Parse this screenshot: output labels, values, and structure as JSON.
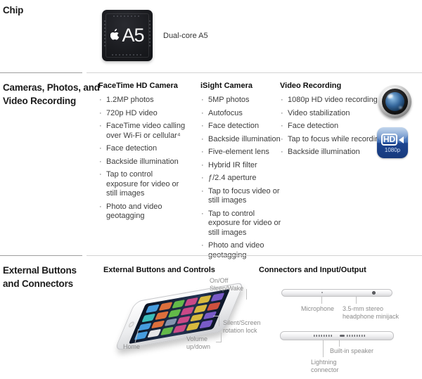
{
  "chip": {
    "section_title": "Chip",
    "chip_label": "A5",
    "caption": "Dual-core A5",
    "apple_logo_icon": "apple-logo-icon"
  },
  "cameras": {
    "section_title": "Cameras, Photos, and\nVideo Recording",
    "columns": [
      {
        "heading": "FaceTime HD Camera",
        "items": [
          "1.2MP photos",
          "720p HD video",
          "FaceTime video calling over Wi-Fi or cellular⁴",
          "Face detection",
          "Backside illumination",
          "Tap to control exposure for video or still images",
          "Photo and video geotagging"
        ]
      },
      {
        "heading": "iSight Camera",
        "items": [
          "5MP photos",
          "Autofocus",
          "Face detection",
          "Backside illumination",
          "Five-element lens",
          "Hybrid IR filter",
          "ƒ/2.4 aperture",
          "Tap to focus video or still images",
          "Tap to control exposure for video or still images",
          "Photo and video geotagging"
        ]
      },
      {
        "heading": "Video Recording",
        "items": [
          "1080p HD video recording",
          "Video stabilization",
          "Face detection",
          "Tap to focus while recording",
          "Backside illumination"
        ]
      }
    ],
    "icons": {
      "camera_lens_icon": "camera-lens-icon",
      "hd_badge_label": "HD",
      "hd_badge_sub": "1080p"
    }
  },
  "external": {
    "section_title": "External Buttons\nand Connectors",
    "buttons_heading": "External Buttons and Controls",
    "connectors_heading": "Connectors and Input/Output",
    "button_labels": {
      "on_off": "On/Off\nSleep/Wake",
      "silent": "Silent/Screen\nrotation lock",
      "volume": "Volume\nup/down",
      "home": "Home"
    },
    "connector_labels": {
      "microphone": "Microphone",
      "minijack": "3.5-mm stereo\nheadphone minijack",
      "speaker": "Built-in speaker",
      "lightning": "Lightning\nconnector"
    }
  },
  "colors": {
    "accent_hd_blue": "#1d4590",
    "lens_blue": "#35679c",
    "label_gray": "#8c8c8c",
    "text_dark": "#3d3d3d"
  }
}
